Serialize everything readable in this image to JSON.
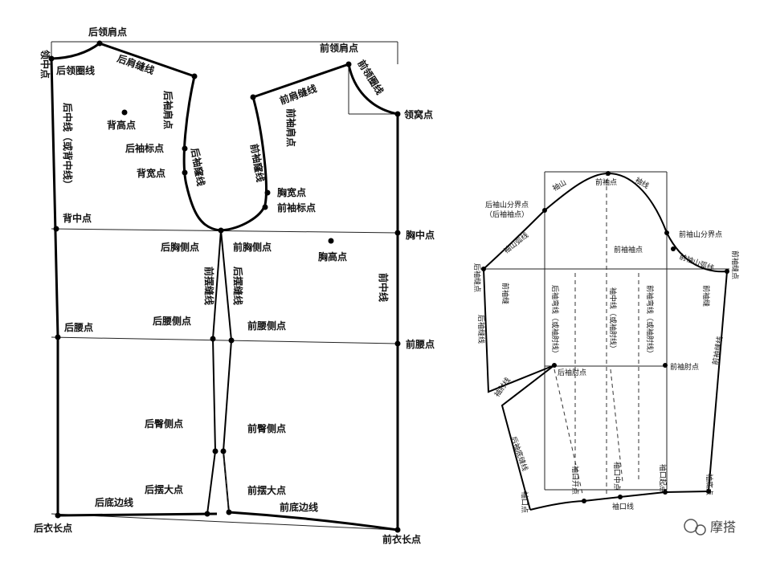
{
  "bodice": {
    "back_neck_point": "后领肩点",
    "neck_center": "领中点",
    "back_neckline": "后领圈线",
    "back_shoulder_seam": "后肩缝线",
    "back_armhole_point": "后袖肩点",
    "back_height": "背高点",
    "back_sleeve_mark": "后袖标点",
    "back_width": "背宽点",
    "back_armhole_curve": "后袖窿线",
    "back_center_line": "后中线（或背中线）",
    "back_center": "背中点",
    "back_chest_side": "后胸侧点",
    "back_waist": "后腰点",
    "back_waist_side": "后腰侧点",
    "back_hip_side": "后臀侧点",
    "back_hem_side": "后摆大点",
    "back_hem_line": "后底边线",
    "back_length": "后衣长点",
    "side_seam_front": "前摆缝线",
    "side_seam_back": "后摆缝线",
    "front_neck_point": "前领肩点",
    "front_neckline": "前领圈线",
    "neck_depth": "领窝点",
    "front_shoulder_seam": "前肩缝线",
    "front_armhole_point": "前袖肩点",
    "front_armhole_curve": "前袖窿线",
    "chest_width": "胸宽点",
    "front_sleeve_mark": "前袖标点",
    "chest_center": "胸中点",
    "front_chest_side": "前胸侧点",
    "bust_point": "胸高点",
    "front_center": "前中线",
    "front_waist": "前腰点",
    "front_waist_side": "前腰侧点",
    "front_hip_side": "前臀侧点",
    "front_hem_side": "前摆大点",
    "front_hem_line": "前底边线",
    "front_length": "前衣长点"
  },
  "sleeve": {
    "back_cap_split": "后袖山分界点",
    "back_cap_split_sub": "（后袖袖点）",
    "back_cap_line": "袖山弧线",
    "cap_top": "袖山",
    "front_sleeve_point": "前袖点",
    "cap_curve": "袖线",
    "front_cap_split": "前袖山分界点",
    "front_sleeve_mark": "前袖袖点",
    "front_cap_line": "前袖山弧线",
    "back_seam_point": "后袖缝点",
    "back_offset": "前袖缝",
    "back_seam_line": "后袖缝线",
    "back_fold_line": "后袖弯线（或袖肘线）",
    "center_line": "袖中线（或袖肘线）",
    "front_fold_line": "前袖弯线（或袖肘线）",
    "front_elbow_mark": "前袖肘点",
    "back_elbow": "后袖肘点",
    "front_offset": "前袖缝",
    "front_seam_point": "前袖缝点",
    "elbow_line": "袖肘线",
    "front_seam_line": "前袖缝线",
    "back_under_seam": "后袖底缝线",
    "back_cuff": "袖口线",
    "cuff_slit": "袖口开点",
    "cuff_mid": "袖口中点",
    "cuff_front": "袖口起点",
    "cuff_line": "袖口线",
    "cuff_back_point": "袖口点",
    "cuff_front_point": "袖底点"
  },
  "watermark": "摩搭"
}
